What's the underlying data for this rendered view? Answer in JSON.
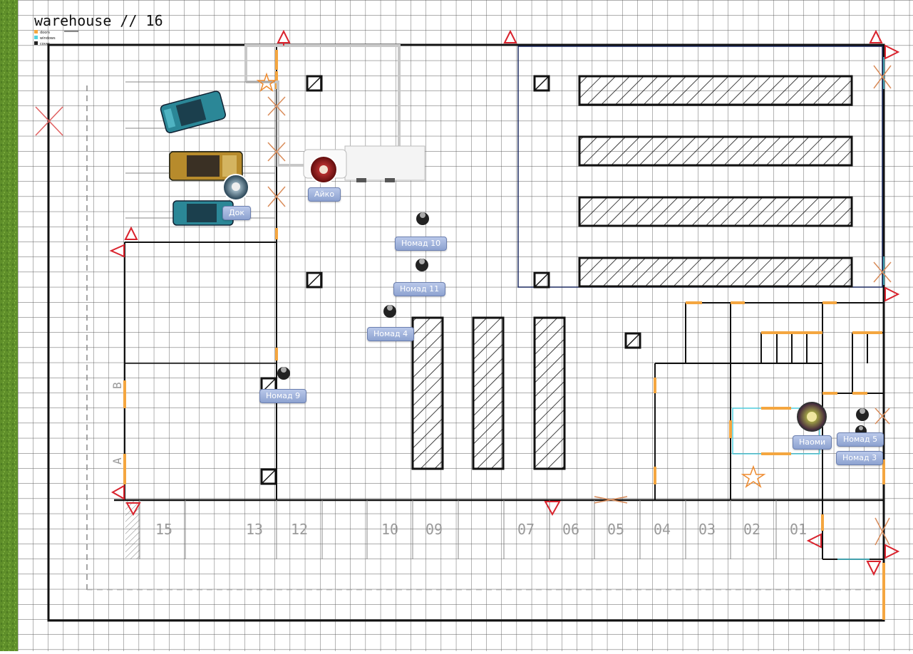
{
  "map": {
    "title": "warehouse // 16",
    "legend": [
      {
        "text": "doors",
        "color": "#f4a640"
      },
      {
        "text": "windows",
        "color": "#53d0e0"
      },
      {
        "text": "cover",
        "color": "#222222"
      }
    ]
  },
  "bay_numbers": [
    "15",
    "13",
    "12",
    "10",
    "09",
    "07",
    "06",
    "05",
    "04",
    "03",
    "02",
    "01"
  ],
  "wall_letters": [
    "B",
    "A"
  ],
  "tokens": [
    {
      "id": "aiko",
      "label": "Айко",
      "kind": "player"
    },
    {
      "id": "dok",
      "label": "Док",
      "kind": "player"
    },
    {
      "id": "naomi",
      "label": "Наоми",
      "kind": "player"
    },
    {
      "id": "nomad-10",
      "label": "Номад 10",
      "kind": "enemy"
    },
    {
      "id": "nomad-11",
      "label": "Номад 11",
      "kind": "enemy"
    },
    {
      "id": "nomad-4",
      "label": "Номад 4",
      "kind": "enemy"
    },
    {
      "id": "nomad-9",
      "label": "Номад 9",
      "kind": "enemy"
    },
    {
      "id": "nomad-5",
      "label": "Номад 5",
      "kind": "enemy"
    },
    {
      "id": "nomad-3",
      "label": "Номад 3",
      "kind": "enemy"
    }
  ],
  "colors": {
    "grass": "#5f8f2a",
    "grid": "#5a5a5a",
    "wall": "#111111",
    "door": "#f4a640",
    "window": "#53d0e0",
    "marker": "#d9232d",
    "star": "#ee8a2e",
    "shelf_zone": "#1c2a60"
  }
}
